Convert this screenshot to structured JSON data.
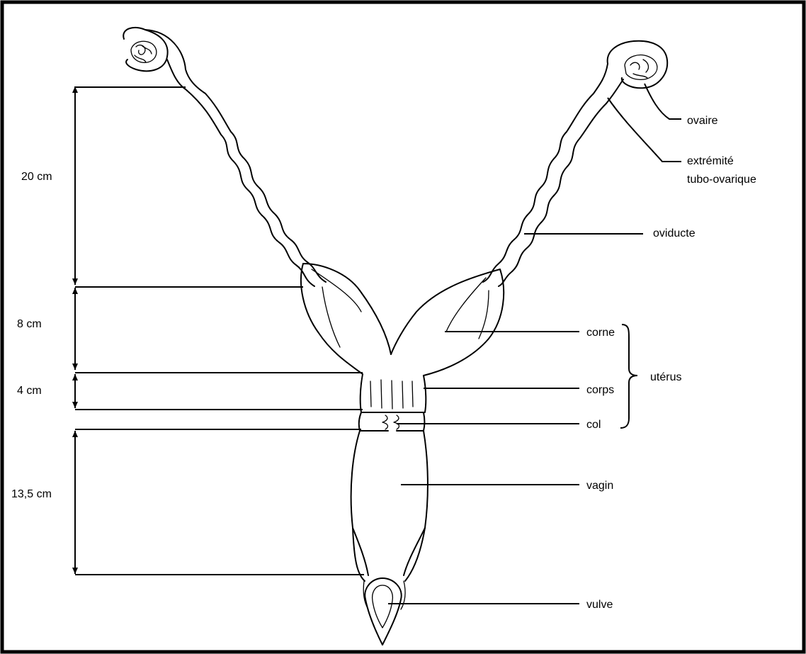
{
  "diagram": {
    "measurements": {
      "m1": "20 cm",
      "m2": "8 cm",
      "m3": "4 cm",
      "m4": "13,5 cm"
    },
    "labels": {
      "ovaire": "ovaire",
      "extremite_1": "extrémité",
      "extremite_2": "tubo-ovarique",
      "oviducte": "oviducte",
      "corne": "corne",
      "corps": "corps",
      "col": "col",
      "uterus": "utérus",
      "vagin": "vagin",
      "vulve": "vulve"
    }
  }
}
